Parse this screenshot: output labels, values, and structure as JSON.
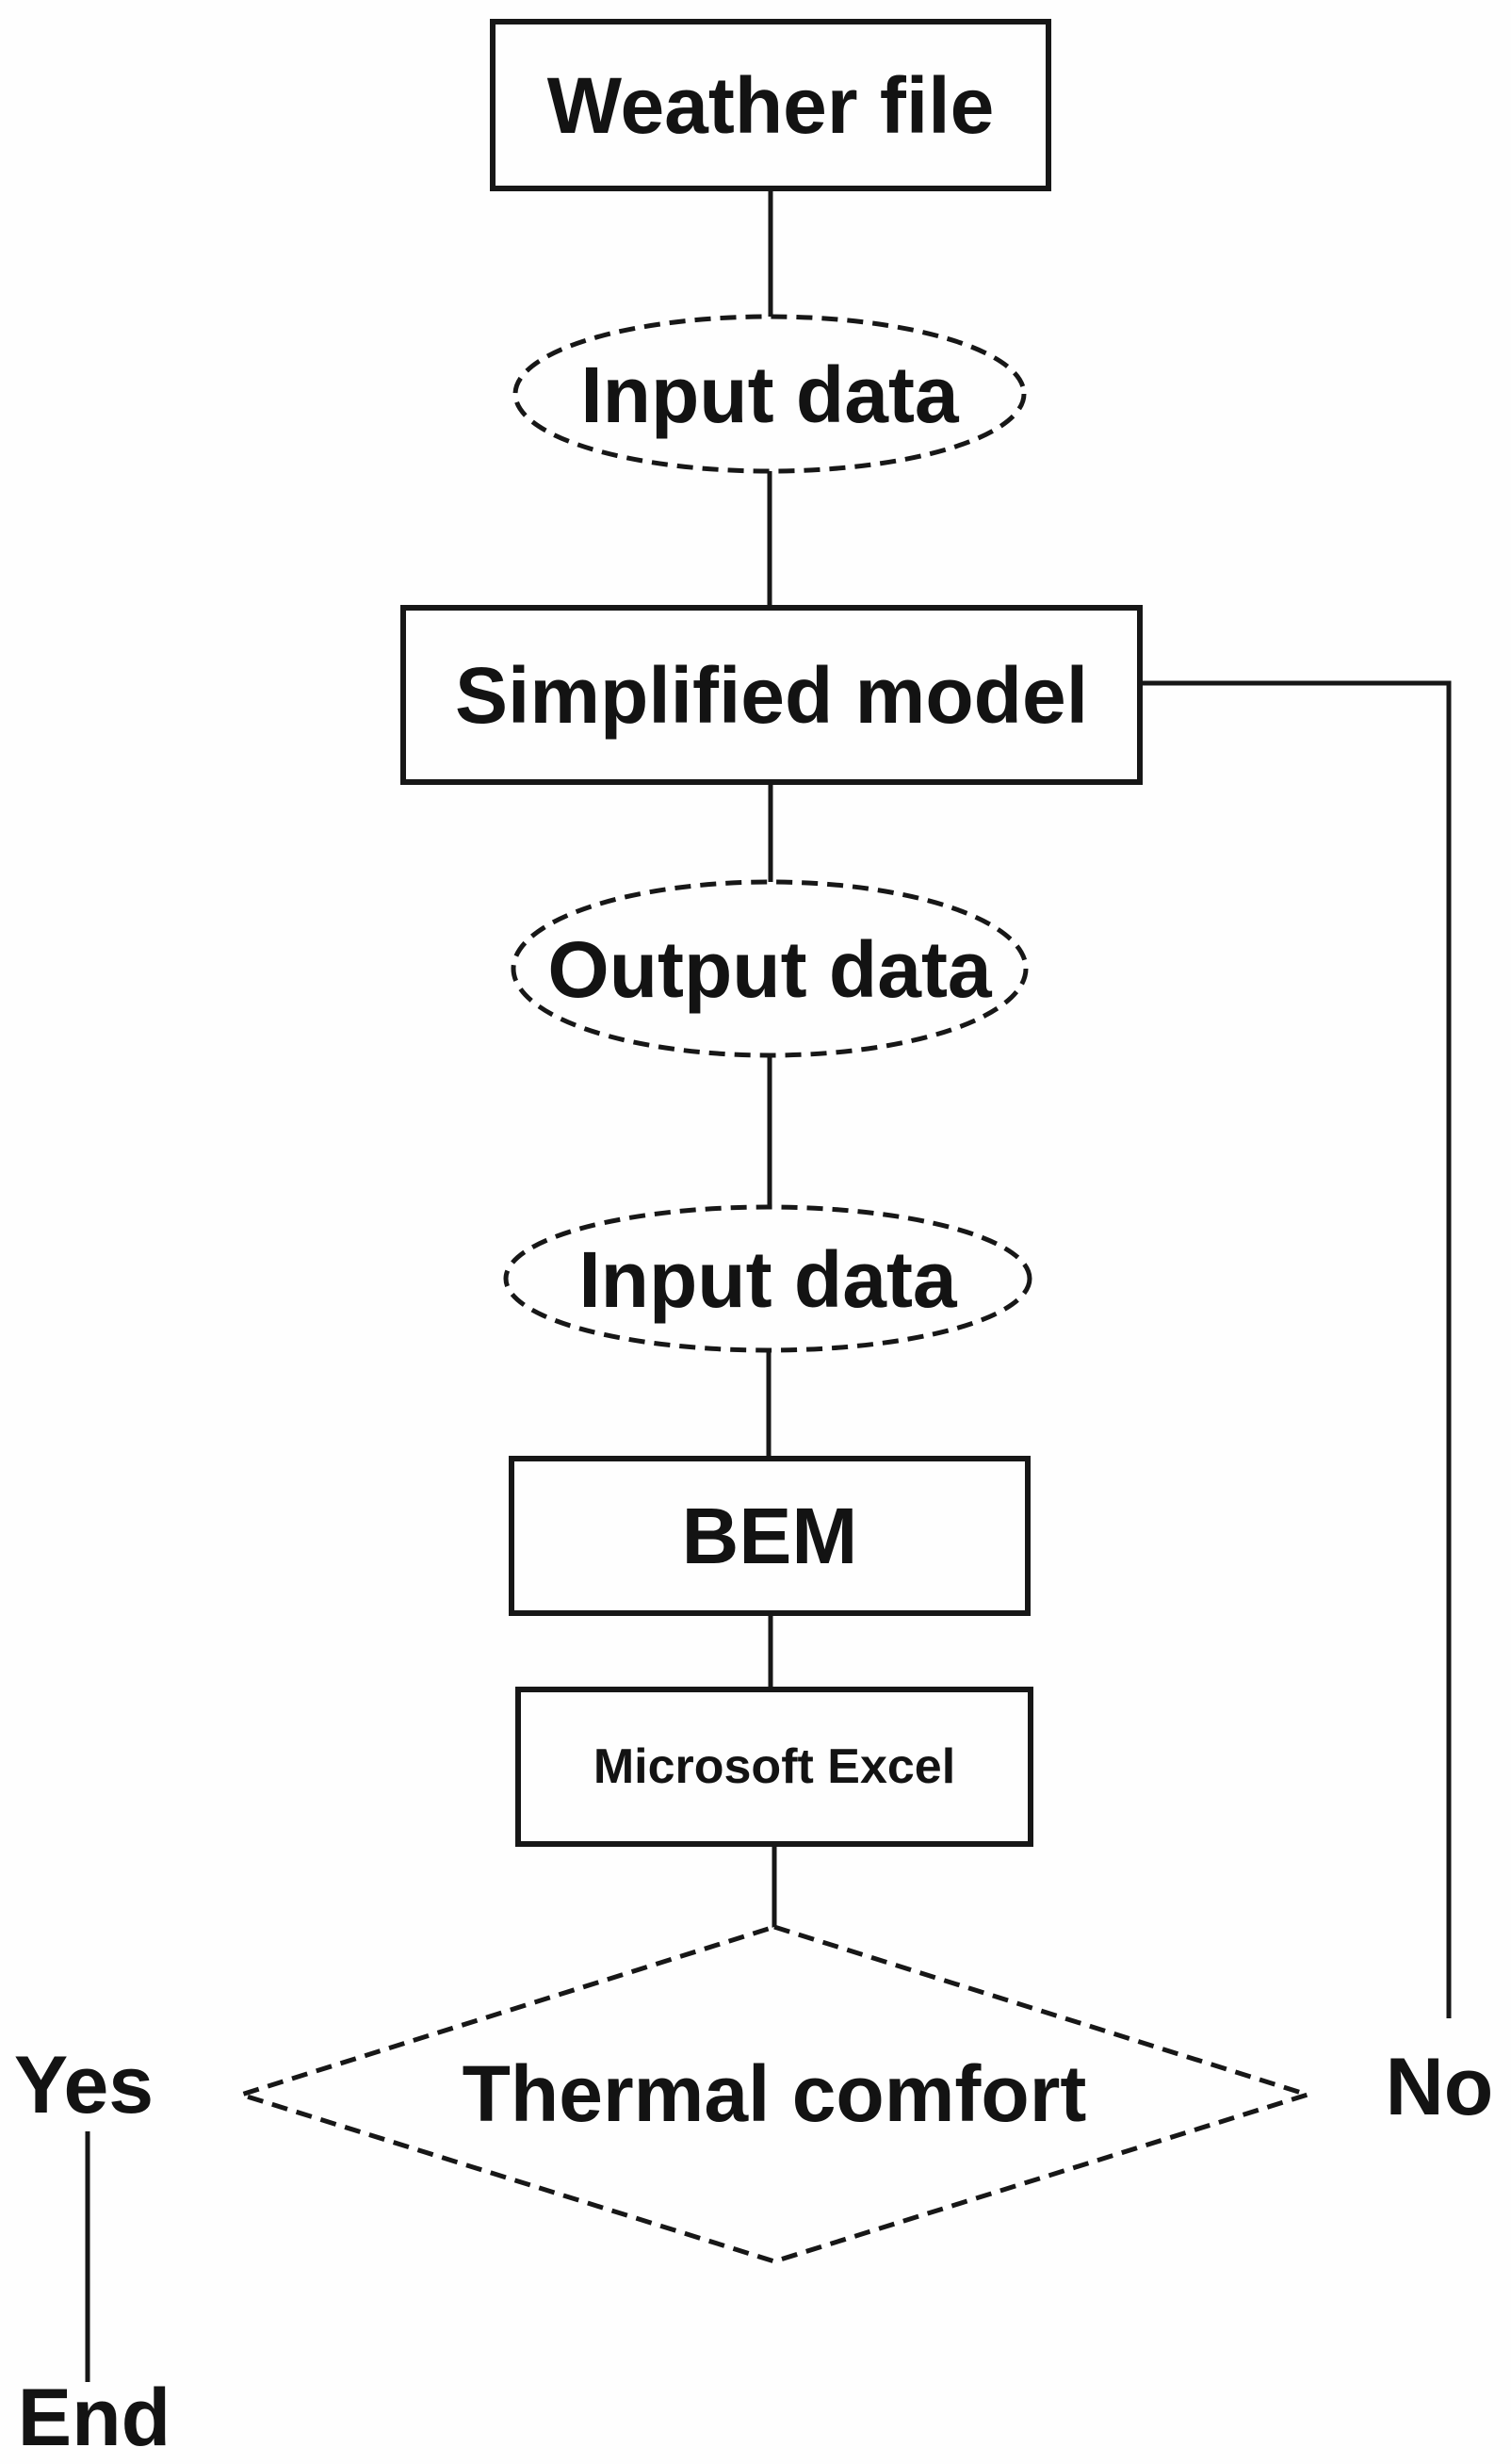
{
  "diagram": {
    "type": "flowchart",
    "nodes": {
      "weather_file": "Weather file",
      "input_data_top": "Input data",
      "simplified_model": "Simplified model",
      "output_data": "Output data",
      "input_data_bottom": "Input data",
      "bem": "BEM",
      "microsoft_excel": "Microsoft Excel",
      "thermal_comfort": "Thermal comfort"
    },
    "branch_labels": {
      "yes": "Yes",
      "no": "No",
      "end": "End"
    },
    "colors": {
      "stroke": "#171717",
      "text": "#131313",
      "background": "#fefefe"
    }
  }
}
